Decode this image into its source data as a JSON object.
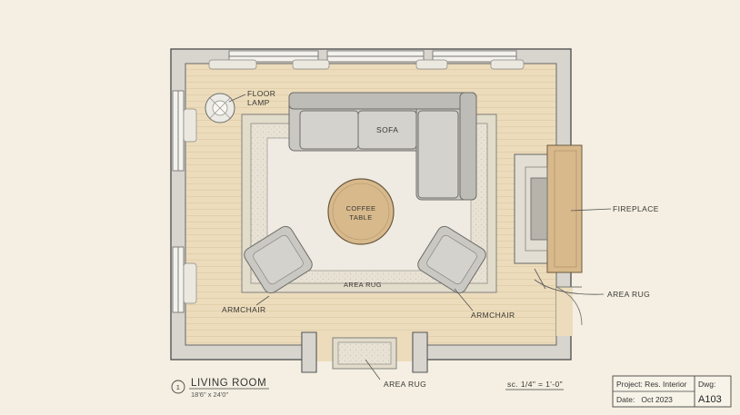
{
  "labels": {
    "floor_lamp_line1": "FLOOR",
    "floor_lamp_line2": "LAMP",
    "sofa": "SOFA",
    "coffee_table_line1": "COFFEE",
    "coffee_table_line2": "TABLE",
    "fireplace": "FIREPLACE",
    "area_rug_main": "AREA RUG",
    "area_rug_right": "AREA RUG",
    "area_rug_entry": "AREA RUG",
    "armchair_left": "ARMCHAIR",
    "armchair_right": "ARMCHAIR"
  },
  "title_block": {
    "number": "1",
    "room_name": "LIVING ROOM",
    "dimensions": "18'6\" x 24'0\"",
    "scale": "sc. 1/4\" = 1'-0\"",
    "project": "Project: Res. Interior",
    "date": "Date:   Oct 2023",
    "dwg_label": "Dwg:",
    "dwg_number": "A103"
  },
  "colors": {
    "paper": "#f4efe2",
    "wall": "#d8d5ce",
    "floor": "#ecdcbc",
    "rug": "#e9e3d6",
    "sofa": "#c9c8c3",
    "wood": "#d8b98c",
    "ink": "#3a3835"
  }
}
